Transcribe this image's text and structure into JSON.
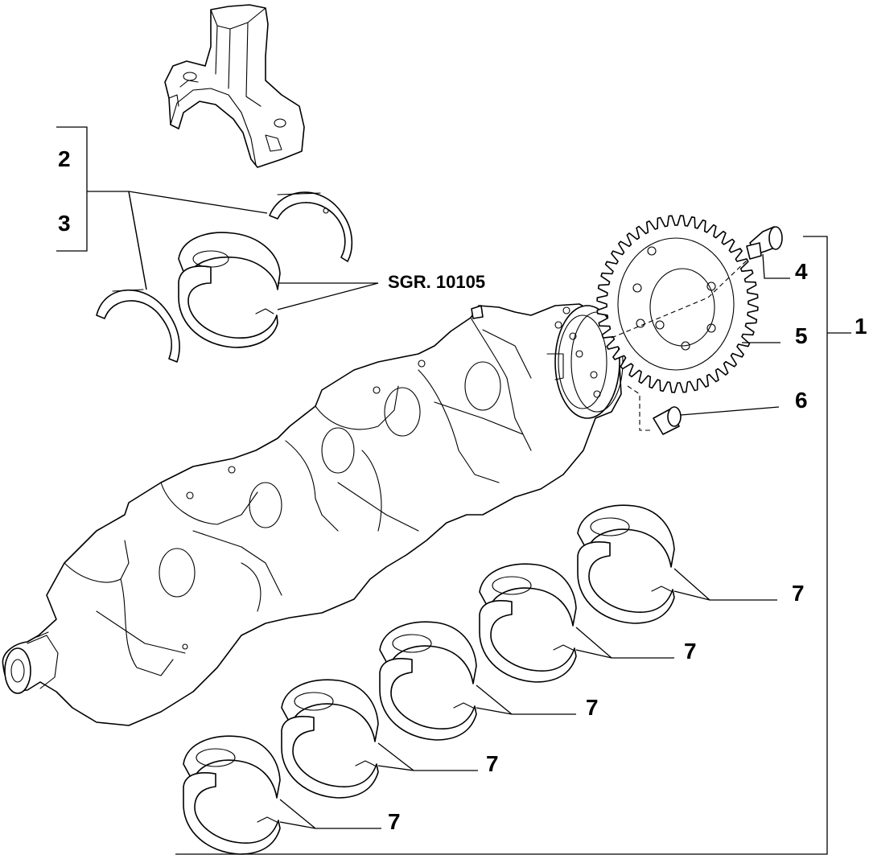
{
  "diagram": {
    "line_color": "#000000",
    "background": "#ffffff",
    "callouts": {
      "c1": "1",
      "c2": "2",
      "c3": "3",
      "c4": "4",
      "c5": "5",
      "c6": "6",
      "c7a": "7",
      "c7b": "7",
      "c7c": "7",
      "c7d": "7",
      "c7e": "7",
      "sgr": "SGR. 10105"
    }
  }
}
